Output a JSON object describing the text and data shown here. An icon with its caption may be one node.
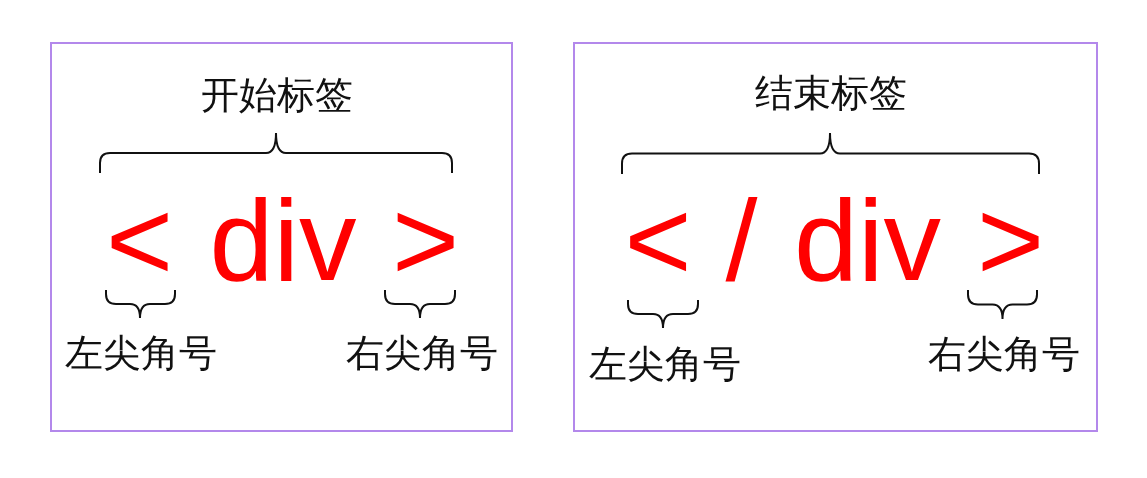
{
  "diagram": {
    "nodes": [
      {
        "text": [
          "开始标签",
          "<",
          "div",
          ">",
          "左尖角号",
          "右尖角号"
        ]
      },
      {
        "text": [
          "结束标签",
          "<",
          "/",
          "div",
          ">",
          "左尖角号",
          "右尖角号"
        ]
      }
    ]
  }
}
